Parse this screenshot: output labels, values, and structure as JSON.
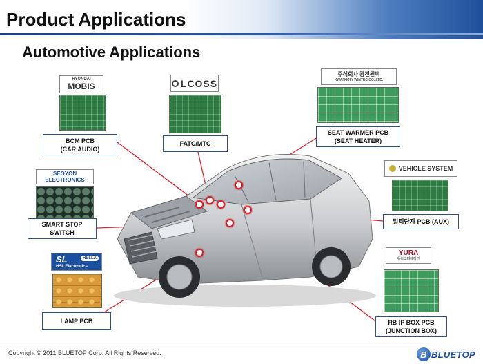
{
  "header": {
    "title": "Product Applications",
    "subtitle": "Automotive Applications"
  },
  "logos": {
    "mobis_top": "HYUNDAI",
    "mobis_main": "MOBIS",
    "lcoss": "LCOSS",
    "kwangjin_main": "주식회사 광진윈텍",
    "kwangjin_sub": "KWANGJIN WINTEC CO.,LTD.",
    "seoyon_main": "SEOYON",
    "seoyon_sub": "ELECTRONICS",
    "vehicle_system": "VEHICLE SYSTEM",
    "hsl_main": "SL",
    "hsl_sub": "HSL Electronics",
    "hella": "HELLA",
    "yura_main": "YURA",
    "yura_sub": "유라코퍼레이션"
  },
  "labels": {
    "bcm_line1": "BCM  PCB",
    "bcm_line2": "(CAR AUDIO)",
    "fatc": "FATC/MTC",
    "seat_line1": "SEAT WARMER PCB",
    "seat_line2": "(SEAT HEATER)",
    "smart_line1": "SMART STOP",
    "smart_line2": "SWITCH",
    "aux": "멀티단자 PCB (AUX)",
    "lamp": "LAMP PCB",
    "rb_line1": "RB IP BOX PCB",
    "rb_line2": "(JUNCTION BOX)"
  },
  "footer": {
    "copyright": "Copyright © 2011 BLUETOP Corp. All Rights Reserved.",
    "brand": "BLUETOP"
  },
  "icons": {
    "header": "gradient-banner",
    "car": "sedan-cutaway-illustration",
    "markers": "red-ring-marker",
    "pcbs": "circuit-board-photo"
  },
  "colors": {
    "label_border": "#2f4f93",
    "connector": "#e0202a",
    "brand": "#1b4f9f"
  }
}
